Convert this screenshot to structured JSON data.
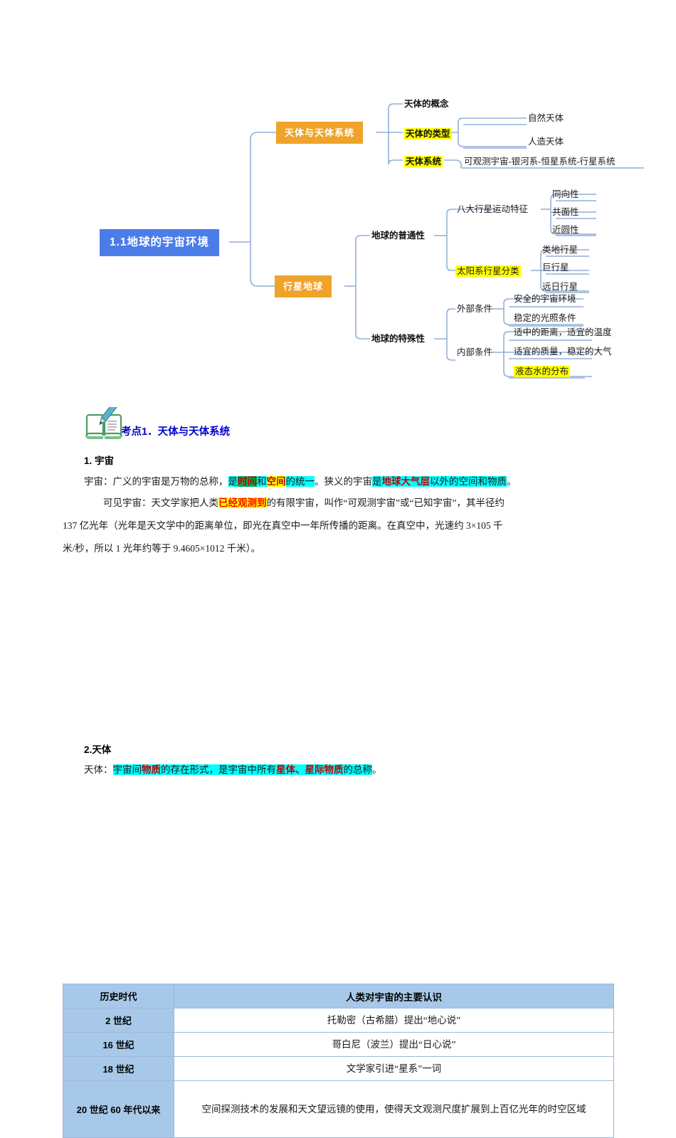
{
  "mindmap": {
    "root": "1.1地球的宇宙环境",
    "branch1": "天体与天体系统",
    "branch1_children": {
      "c1": "天体的概念",
      "c2": "天体的类型",
      "c2_sub1": "自然天体",
      "c2_sub2": "人造天体",
      "c3": "天体系统",
      "c3_sub1": "可观测宇宙-银河系-恒星系统-行星系统"
    },
    "branch2": "行星地球",
    "branch2_children": {
      "g1": "地球的普通性",
      "g1_a": "八大行星运动特征",
      "g1_a_sub1": "同向性",
      "g1_a_sub2": "共面性",
      "g1_a_sub3": "近圆性",
      "g1_b": "太阳系行星分类",
      "g1_b_sub1": "类地行星",
      "g1_b_sub2": "巨行星",
      "g1_b_sub3": "远日行星",
      "g2": "地球的特殊性",
      "g2_a": "外部条件",
      "g2_a_sub1": "安全的宇宙环境",
      "g2_a_sub2": "稳定的光照条件",
      "g2_b": "内部条件",
      "g2_b_sub1": "适中的距离，适宜的温度",
      "g2_b_sub2": "适宜的质量，稳定的大气",
      "g2_b_sub3": "液态水的分布"
    },
    "colors": {
      "root_box": "#4C7CE8",
      "branch_box": "#EFA32B",
      "connector": "#7E9FD0",
      "highlight": "#FFFF00"
    }
  },
  "content": {
    "kaodian_heading": "考点1．天体与天体系统",
    "section1_heading": "1. 宇宙",
    "p1": {
      "seg1": "宇宙：广义的宇宙是万物的总称，",
      "seg2": "是",
      "seg3": "时间",
      "seg4": "和",
      "seg5": "空间",
      "seg6": "的统一",
      "seg7": "。狭义的宇宙",
      "seg8": "是",
      "seg9": "地球大气层",
      "seg10": "以外的空间和物质",
      "seg11": "。"
    },
    "p2": {
      "seg1": "可见宇宙：天文学家把人类",
      "seg2": "已经观测到",
      "seg3": "的有限宇宙，叫作“可观测宇宙”或“已知宇宙”，其半径约"
    },
    "p3": "137 亿光年（光年是天文学中的距离单位，即光在真空中一年所传播的距离。在真空中，光速约 3×105 千",
    "p4": "米/秒，所以 1 光年约等于 9.4605×1012 千米）。",
    "section2_heading": "2.天体",
    "p5": {
      "seg1": "天体：",
      "seg2": "宇宙间",
      "seg3": "物质",
      "seg4": "的存在形式，是宇宙中所有",
      "seg5": "星体、星际物质",
      "seg6": "的总称",
      "seg7": "。"
    }
  },
  "table": {
    "headers": [
      "历史时代",
      "人类对宇宙的主要认识"
    ],
    "rows": [
      {
        "era": "2 世纪",
        "desc": "托勒密（古希腊）提出“地心说”"
      },
      {
        "era": "16 世纪",
        "desc": "哥白尼（波兰）提出“日心说”"
      },
      {
        "era": "18 世纪",
        "desc": "文学家引进“星系”一词"
      },
      {
        "era": "20 世纪 60 年代以来",
        "desc": "空间探测技术的发展和天文望远镜的使用，使得天文观测尺度扩展到上百亿光年的时空区域"
      }
    ]
  }
}
